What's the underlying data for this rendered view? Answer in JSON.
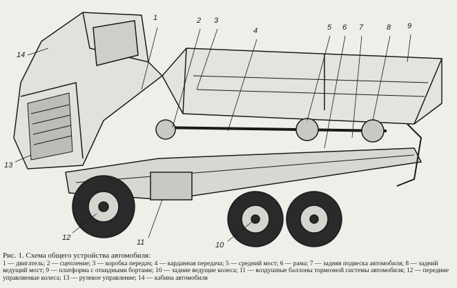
{
  "callouts": [
    "1",
    "2",
    "3",
    "4",
    "5",
    "6",
    "7",
    "8",
    "9",
    "10",
    "11",
    "12",
    "13",
    "14"
  ],
  "caption": {
    "title": "Рис. 1. Схема общего устройства автомобиля:",
    "legend": "1 — двигатель; 2 — сцепление; 3 — коробка передач; 4 — карданная передача; 5 — средний мост; 6 — рама; 7 — задняя подвеска автомобиля; 8 — задний ведущий мост; 9 — платформа с откидными бортами; 10 — задние ведущие колеса; 11 — воздушные баллоны тормозной системы автомобиля; 12 — передние управляемые колеса; 13 — рулевое управление; 14 — кабина автомобиля"
  }
}
